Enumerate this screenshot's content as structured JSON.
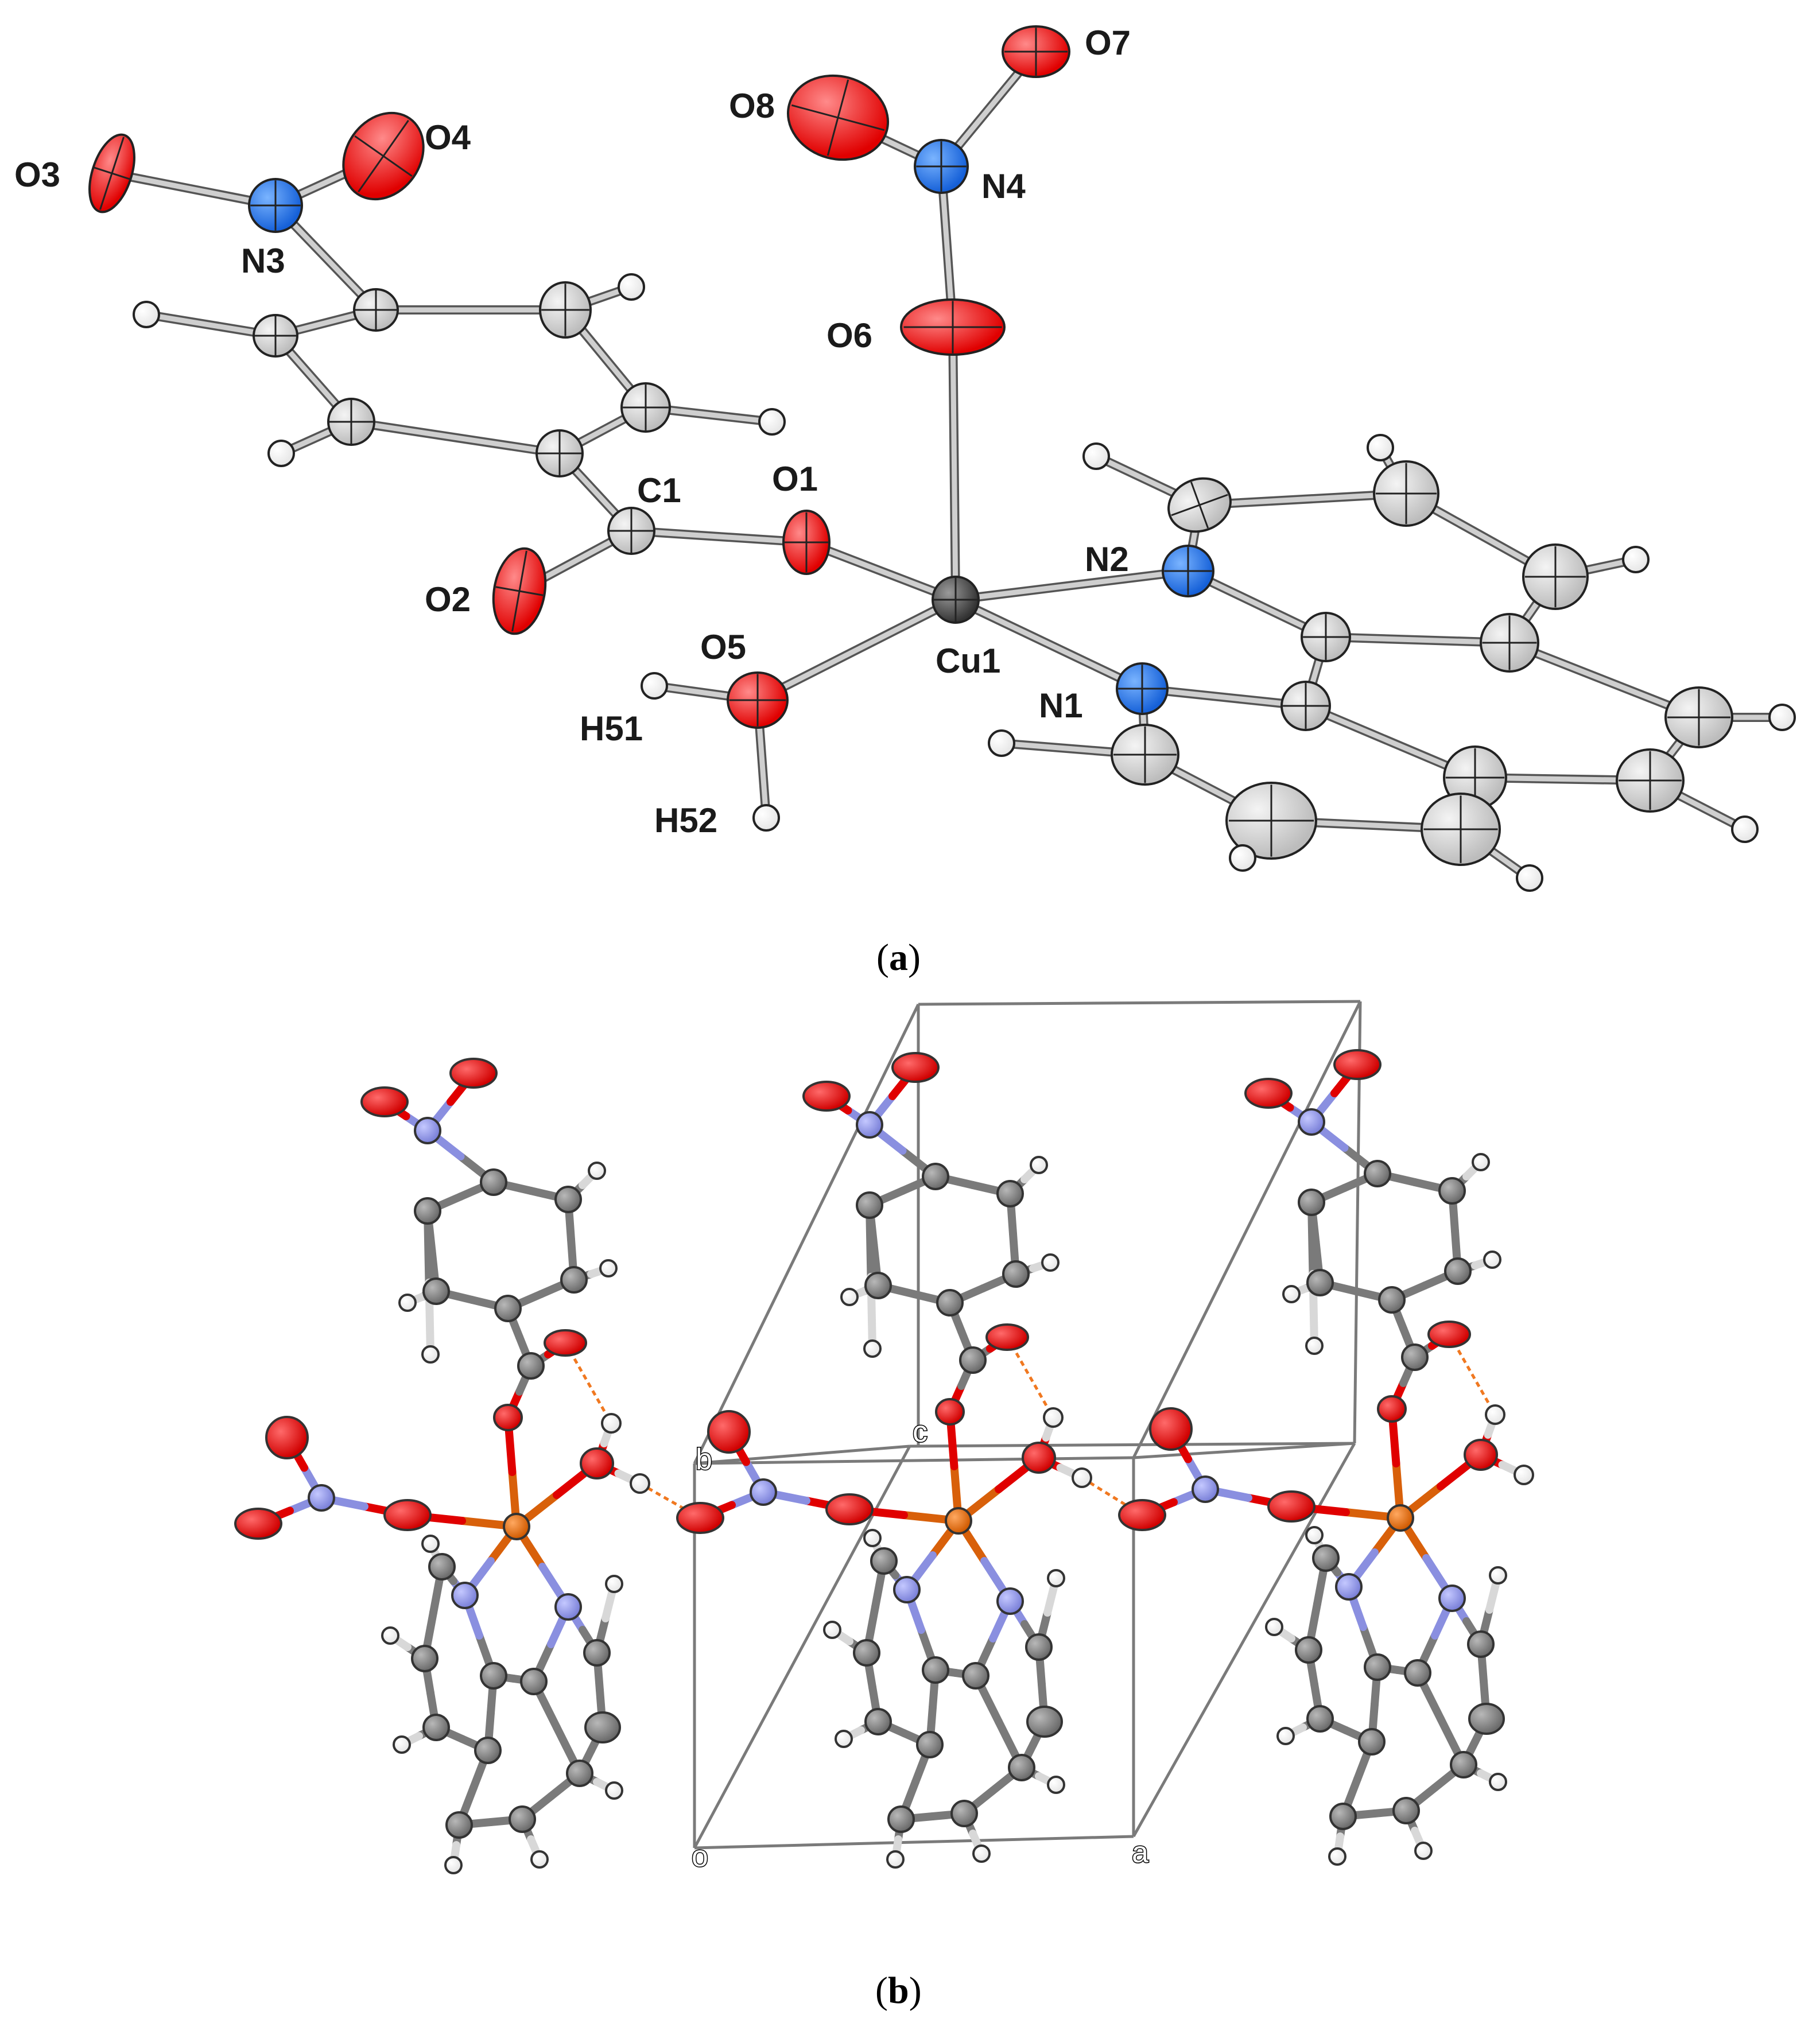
{
  "colors": {
    "oxygen": "#e80000",
    "nitrogen_a": "#1f6fe0",
    "nitrogen_b": "#8a8fe0",
    "carbon_a": "#d4d4d4",
    "carbon_b": "#808080",
    "copper_a": "#555555",
    "copper_b": "#e06a10",
    "hydrogen": "#ffffff",
    "hbond": "#f07820",
    "cell": "#7a7a7a"
  },
  "panel_a": {
    "caption_open": "(",
    "caption_letter": "a",
    "caption_close": ")",
    "labels": {
      "O3": "O3",
      "O4": "O4",
      "N3": "N3",
      "O7": "O7",
      "O8": "O8",
      "N4": "N4",
      "O6": "O6",
      "C1": "C1",
      "O1": "O1",
      "O2": "O2",
      "N2": "N2",
      "O5": "O5",
      "Cu1": "Cu1",
      "N1": "N1",
      "H51": "H51",
      "H52": "H52"
    }
  },
  "panel_b": {
    "caption_open": "(",
    "caption_letter": "b",
    "caption_close": ")",
    "axes": {
      "b": "b",
      "c": "c",
      "o": "o",
      "a": "a"
    }
  }
}
